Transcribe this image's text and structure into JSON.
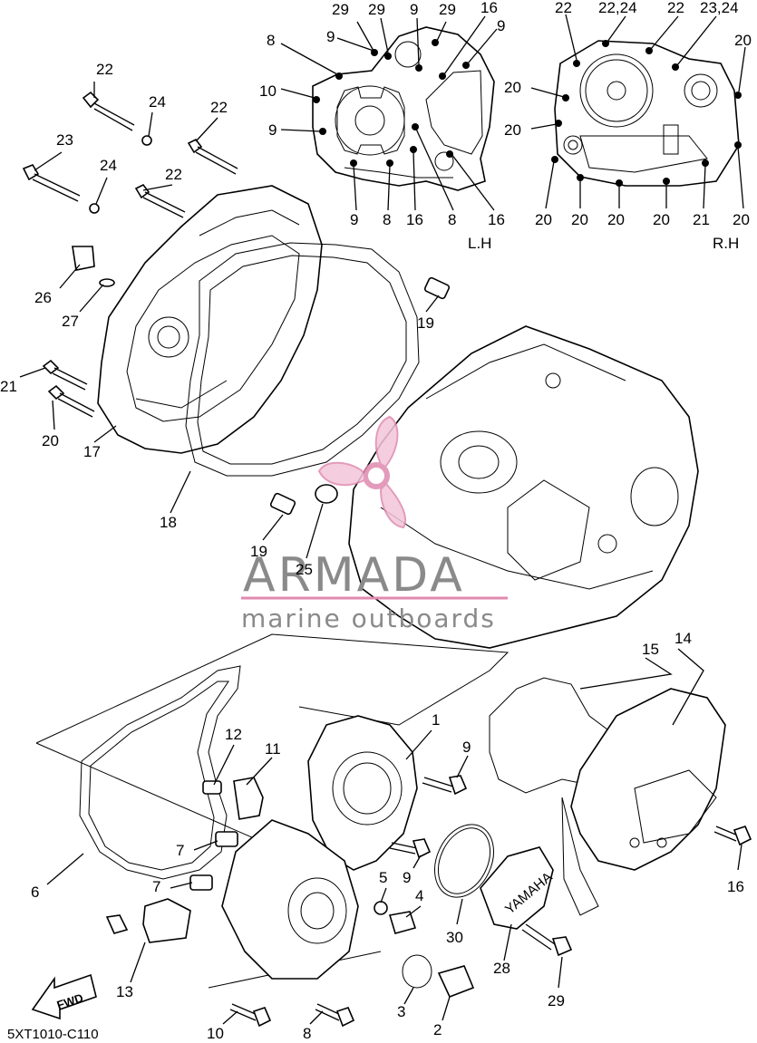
{
  "diagram": {
    "code": "5XT1010-C110",
    "direction_label": "FWD",
    "detail_labels": {
      "left": "L.H",
      "right": "R.H"
    },
    "watermark": {
      "brand": "ARMADA",
      "tagline": "marine outboards"
    },
    "cover_text": "YAMAHA",
    "callouts": {
      "lh": [
        "29",
        "29",
        "9",
        "29",
        "16",
        "8",
        "9",
        "9",
        "10",
        "9",
        "9",
        "8",
        "16",
        "8",
        "16"
      ],
      "rh": [
        "22",
        "22,24",
        "22",
        "23,24",
        "20",
        "20",
        "20",
        "20",
        "20",
        "20",
        "20",
        "20",
        "21",
        "20"
      ],
      "upper": [
        "22",
        "24",
        "22",
        "23",
        "24",
        "22",
        "26",
        "27",
        "19",
        "21",
        "20",
        "17",
        "18",
        "19",
        "25"
      ],
      "lower": [
        "14",
        "15",
        "1",
        "9",
        "12",
        "11",
        "7",
        "7",
        "6",
        "16",
        "9",
        "5",
        "4",
        "30",
        "28",
        "13",
        "3",
        "2",
        "29",
        "10",
        "8"
      ]
    }
  }
}
